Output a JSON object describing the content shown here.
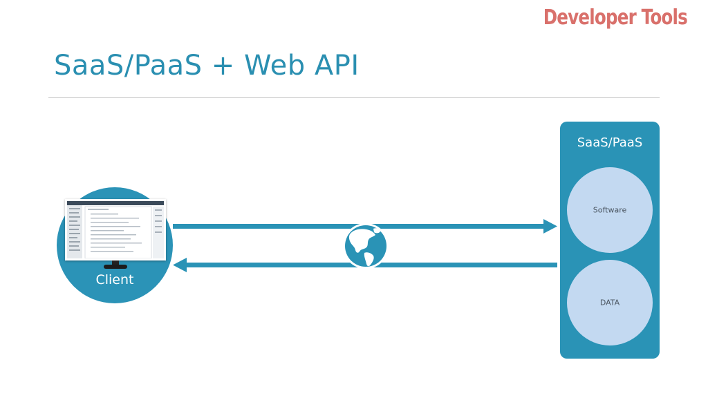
{
  "brand": "Developer Tools",
  "title": "SaaS/PaaS + Web API",
  "client": {
    "label": "Client"
  },
  "saas": {
    "title": "SaaS/PaaS",
    "nodes": [
      {
        "label": "Software"
      },
      {
        "label": "DATA"
      }
    ]
  },
  "icons": {
    "globe": "globe-icon",
    "monitor": "monitor-icon"
  },
  "colors": {
    "title": "#2a8fb1",
    "brand": "#d9706b",
    "panel": "#2a93b6",
    "client": "#2b93b7",
    "node": "#c3d9f1",
    "arrow": "#2a93b6"
  }
}
